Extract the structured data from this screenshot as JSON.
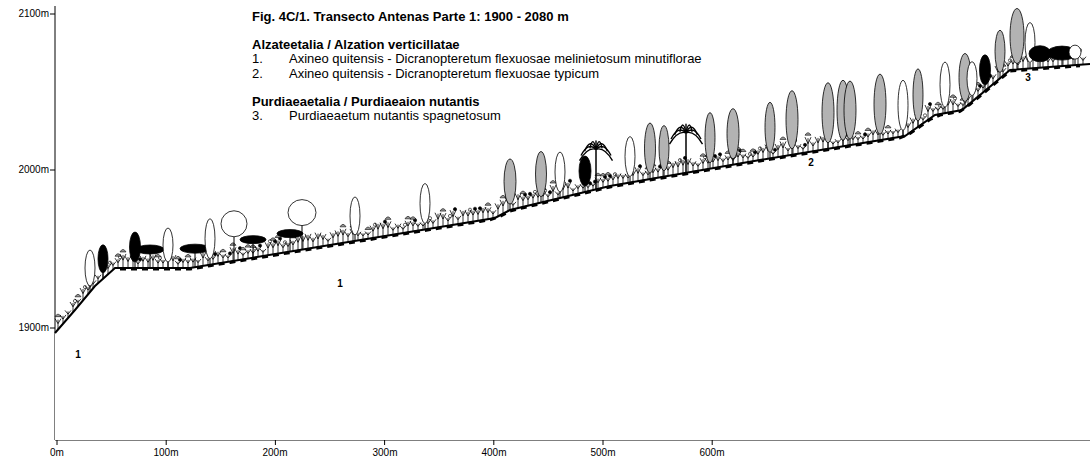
{
  "diagram": {
    "title": "Fig. 4C/1. Transecto Antenas Parte 1: 1900 - 2080 m",
    "labels": [
      "Alzateetalia / Alzation verticillatae",
      "1.",
      "Axineo quitensis - Dicranopteretum flexuosae melinietosum minutiflorae",
      "2.",
      "Axineo quitensis - Dicranopteretum flexuosae typicum",
      "Purdiaeaetalia / Purdiaeaion nutantis",
      "3.",
      "Purdiaeaetum nutantis spagnetosum",
      "2100m",
      "2000m",
      "1900m",
      "0m",
      "100m",
      "200m",
      "300m",
      "400m",
      "500m",
      "600m",
      "1",
      "1",
      "2",
      "3"
    ]
  }
}
